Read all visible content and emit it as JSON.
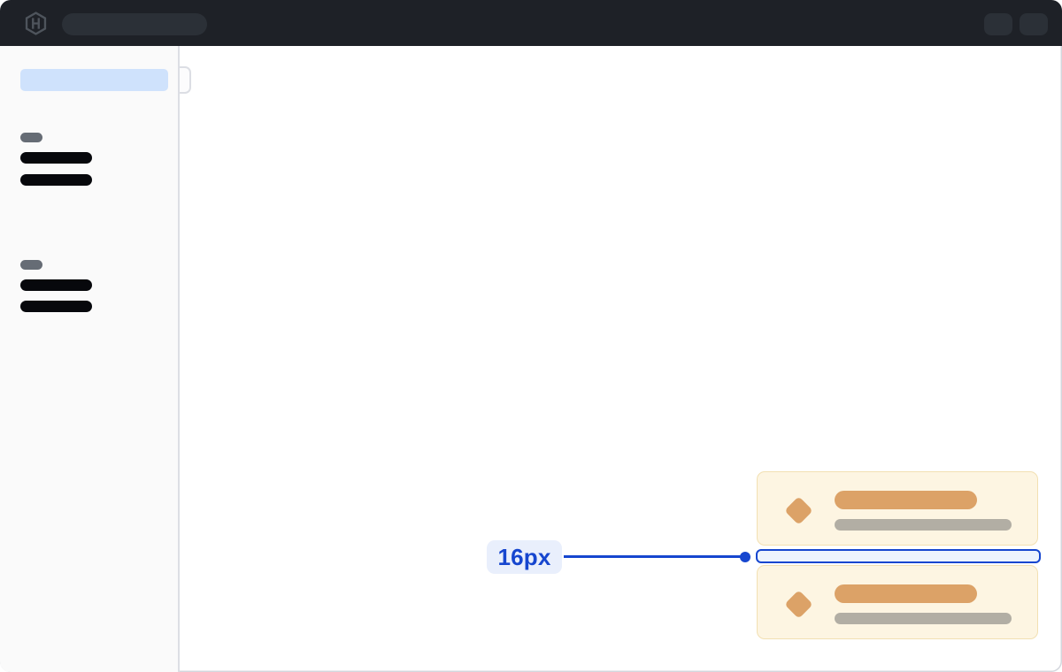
{
  "colors": {
    "frame-border": "#d4d7dd",
    "header-bg": "#1e2127",
    "header-skeleton": "#2b3037",
    "logo-gray": "#4e545c",
    "sidebar-bg": "#fafafa",
    "sidebar-border": "#dcdee4",
    "nav-selected": "#cfe2fc",
    "nav-label": "#666c75",
    "nav-item": "#07080c",
    "card-bg": "#fdf5e2",
    "card-border": "#f2e0b2",
    "card-accent": "#dca267",
    "card-muted": "#b2aea4",
    "annotation-blue": "#1646cf",
    "annotation-pill-bg": "#e9effc",
    "gap-fill": "#edf3fd"
  },
  "header": {
    "logo_icon": "hashicorp-logo-icon",
    "search_skeleton": true,
    "action_skeleton_count": 2
  },
  "sidebar": {
    "selected_item_skeleton": true,
    "collapse_handle": true,
    "groups": [
      {
        "label_skeleton": true,
        "item_skeleton_count": 2
      },
      {
        "label_skeleton": true,
        "item_skeleton_count": 2
      }
    ]
  },
  "main": {
    "cards": [
      {
        "icon": "diamond-icon",
        "title_skeleton": true,
        "subtitle_skeleton": true
      },
      {
        "icon": "diamond-icon",
        "title_skeleton": true,
        "subtitle_skeleton": true
      }
    ],
    "spacing_annotation": {
      "label": "16px",
      "connector": "line-with-dot",
      "highlight": "gap-outline-rect"
    }
  }
}
